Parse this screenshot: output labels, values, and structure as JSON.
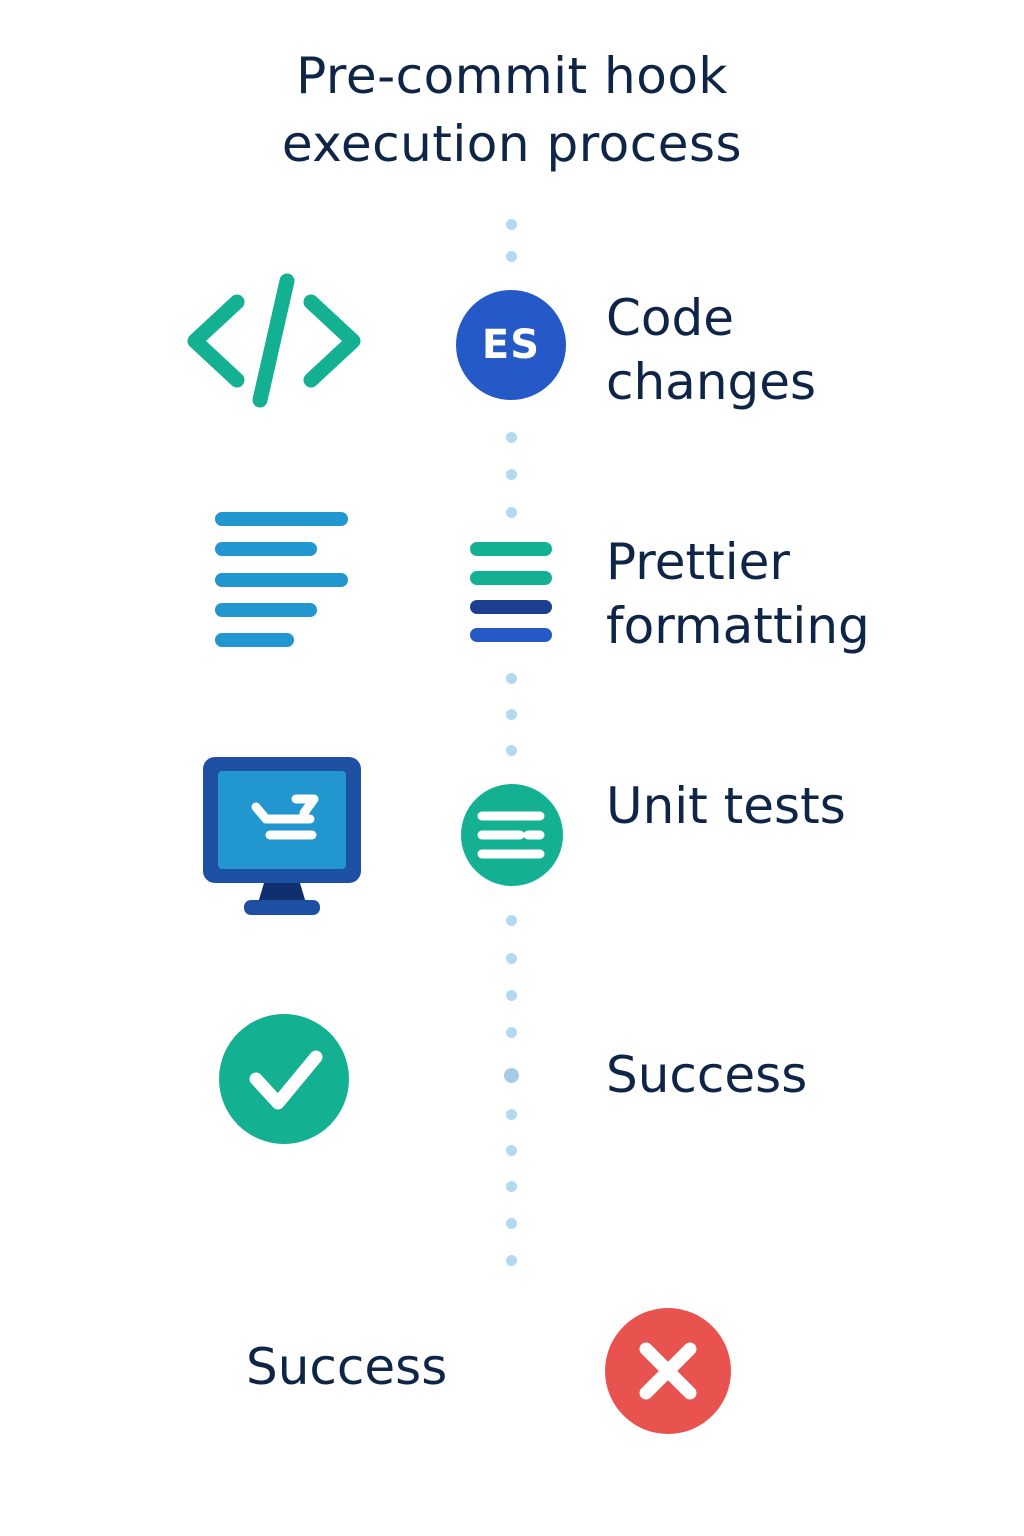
{
  "title": {
    "line1": "Pre-commit hook",
    "line2": "execution process"
  },
  "steps": [
    {
      "label_lines": [
        "Code",
        "changes"
      ],
      "badge_text": "ES",
      "left_icon": "code-icon",
      "center_icon": "es-badge-icon"
    },
    {
      "label_lines": [
        "Prettier",
        "formatting"
      ],
      "left_icon": "align-left-text-icon",
      "center_icon": "stacked-lines-icon"
    },
    {
      "label_lines": [
        "Unit tests"
      ],
      "left_icon": "monitor-icon",
      "center_icon": "list-circle-icon"
    },
    {
      "label_lines": [
        "Success"
      ],
      "left_icon": "check-circle-icon"
    }
  ],
  "bottom": {
    "label": "Success",
    "icon": "x-circle-icon"
  },
  "colors": {
    "text": "#0f2547",
    "green": "#13b092",
    "blue": "#2459c7",
    "navy": "#1d3f8f",
    "sky": "#2196cf",
    "red": "#e8524f",
    "dot": "#b3d8f2"
  }
}
